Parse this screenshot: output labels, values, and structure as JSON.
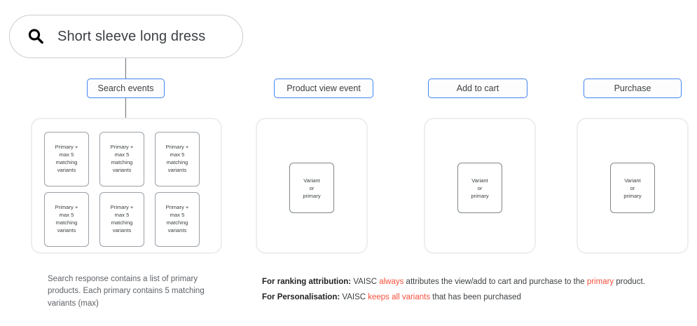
{
  "search": {
    "icon": "search-icon",
    "query": "Short sleeve long dress"
  },
  "colors": {
    "chip_border": "#4285f4",
    "panel_border": "#eceef0",
    "highlight": "#f4503c",
    "card_border": "#9aa0a6"
  },
  "stages": [
    {
      "id": "search",
      "label": "Search events",
      "card_text_lines": [
        "Primary +",
        "max 5",
        "matching",
        "variants"
      ],
      "card_count": 6
    },
    {
      "id": "product-view",
      "label": "Product view event",
      "card_text_lines": [
        "Variant",
        "or",
        "primary"
      ]
    },
    {
      "id": "add-to-cart",
      "label": "Add to cart",
      "card_text_lines": [
        "Variant",
        "or",
        "primary"
      ]
    },
    {
      "id": "purchase",
      "label": "Purchase",
      "card_text_lines": [
        "Variant",
        "or",
        "primary"
      ]
    }
  ],
  "captions": {
    "left": "Search response contains a list of primary products. Each primary contains 5 matching variants (max)",
    "right": [
      {
        "lead": "For ranking attribution:",
        "parts": [
          {
            "text": " VAISC ",
            "style": "normal"
          },
          {
            "text": "always",
            "style": "highlight"
          },
          {
            "text": " attributes the view/add to cart and purchase to the ",
            "style": "normal"
          },
          {
            "text": "primary",
            "style": "highlight"
          },
          {
            "text": " product.",
            "style": "normal"
          }
        ]
      },
      {
        "lead": "For Personalisation:",
        "parts": [
          {
            "text": " VAISC ",
            "style": "normal"
          },
          {
            "text": "keeps all variants",
            "style": "highlight"
          },
          {
            "text": " that has been purchased",
            "style": "normal"
          }
        ]
      }
    ]
  }
}
